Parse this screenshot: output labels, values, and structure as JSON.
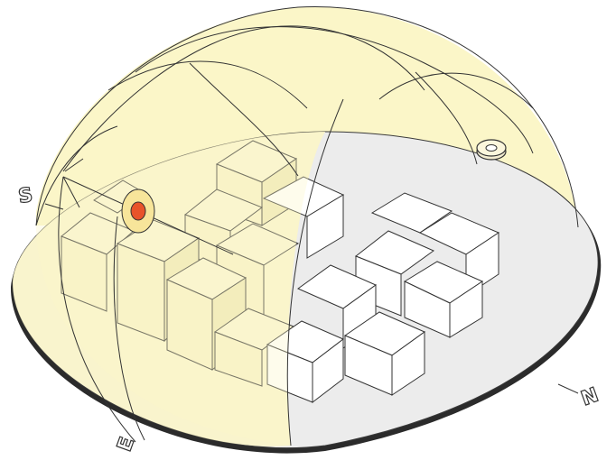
{
  "compass": {
    "south": "S",
    "east": "E",
    "north": "N"
  },
  "colors": {
    "dome_fill": "#fbf6c8",
    "dome_stroke": "#3a3a3a",
    "ground_fill": "#ececec",
    "ground_shade_fill": "#fbf6c8",
    "building_lit_top": "#fdfbe6",
    "building_lit_side": "#f7f1c6",
    "building_plain_top": "#ffffff",
    "building_plain_side": "#ffffff",
    "sun_outer": "#f7e59a",
    "sun_inner": "#e8532a"
  },
  "icons": {
    "sun": "sun-marker-icon",
    "zenith": "ring-marker-icon"
  }
}
